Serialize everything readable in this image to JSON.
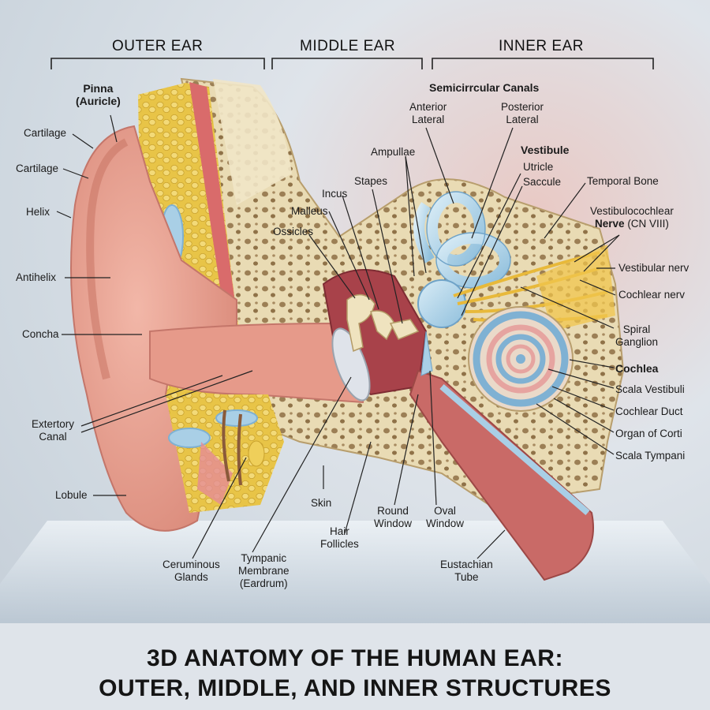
{
  "sections": {
    "outer": "OUTER EAR",
    "middle": "MIDDLE EAR",
    "inner": "INNER EAR"
  },
  "labels": {
    "pinna": "Pinna",
    "auricle": "(Auricle)",
    "cartilage_1": "Cartilage",
    "cartilage_2": "Cartilage",
    "helix": "Helix",
    "antihelix": "Antihelix",
    "concha": "Concha",
    "canal_1": "Extertory",
    "canal_2": "Canal",
    "lobule": "Lobule",
    "ceruminous_1": "Ceruminous",
    "ceruminous_2": "Glands",
    "tympanic_1": "Tympanic",
    "tympanic_2": "Membrane",
    "tympanic_3": "(Eardrum)",
    "hair_1": "Hair",
    "hair_2": "Follicles",
    "skin": "Skin",
    "round_1": "Round",
    "round_2": "Window",
    "oval_1": "Oval",
    "oval_2": "Window",
    "eustachian_1": "Eustachian",
    "eustachian_2": "Tube",
    "ossicles": "Ossicles",
    "malleus": "Malleus",
    "incus": "Incus",
    "stapes": "Stapes",
    "ampullae": "Ampullae",
    "semicircular": "Semicirrcular Canals",
    "anterior_1": "Anterior",
    "anterior_2": "Lateral",
    "posterior_1": "Posterior",
    "posterior_2": "Lateral",
    "vestibule": "Vestibule",
    "utricle": "Utricle",
    "saccule": "Saccule",
    "temporal": "Temporal Bone",
    "vcn_1": "Vestibulocochlear",
    "vcn_2": "Nerve",
    "vcn_3": "(CN VIII)",
    "vestibular_nerve": "Vestibular nerv",
    "cochlear_nerve": "Cochlear nerv",
    "spiral_1": "Spiral",
    "spiral_2": "Ganglion",
    "cochlea": "Cochlea",
    "scala_vestibuli": "Scala Vestibuli",
    "cochlear_duct": "Cochlear Duct",
    "organ_corti": "Organ of Corti",
    "scala_tympani": "Scala Tympani"
  },
  "title": {
    "line1": "3D ANATOMY OF THE HUMAN EAR:",
    "line2": "OUTER, MIDDLE, AND INNER STRUCTURES"
  }
}
